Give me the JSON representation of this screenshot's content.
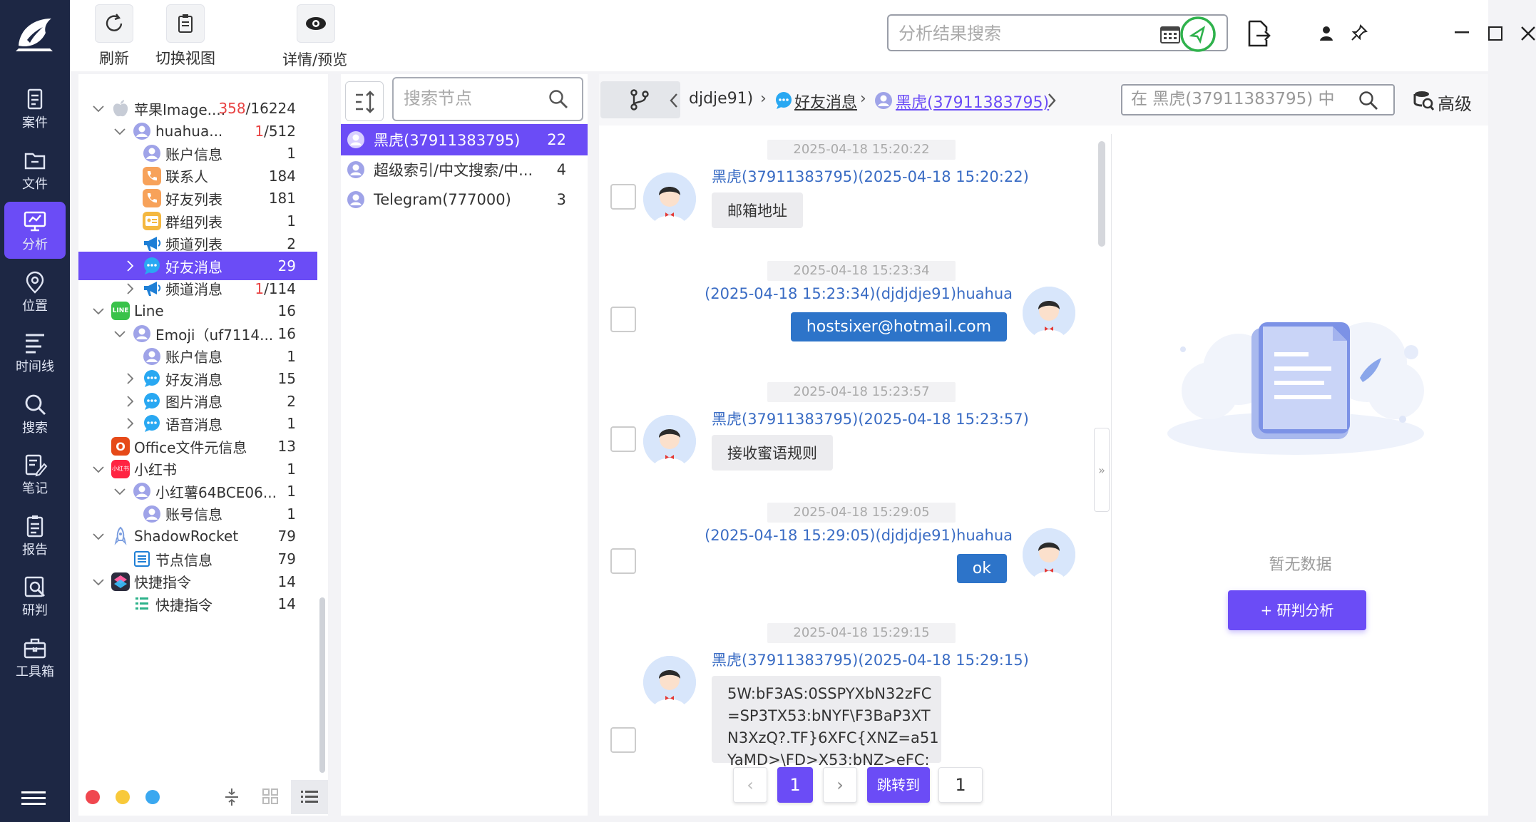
{
  "nav": {
    "items": [
      {
        "label": "案件",
        "icon": "case-icon"
      },
      {
        "label": "文件",
        "icon": "folder-icon"
      },
      {
        "label": "分析",
        "icon": "analysis-icon",
        "active": true
      },
      {
        "label": "位置",
        "icon": "location-icon"
      },
      {
        "label": "时间线",
        "icon": "timeline-icon"
      },
      {
        "label": "搜索",
        "icon": "search-icon"
      },
      {
        "label": "笔记",
        "icon": "note-icon"
      },
      {
        "label": "报告",
        "icon": "report-icon"
      },
      {
        "label": "研判",
        "icon": "judge-icon"
      },
      {
        "label": "工具箱",
        "icon": "toolbox-icon"
      }
    ]
  },
  "toolbar": {
    "refresh_label": "刷新",
    "switch_view_label": "切换视图",
    "detail_label": "详情/预览",
    "search_placeholder": "分析结果搜索"
  },
  "tree": {
    "items": [
      {
        "label": "苹果Image....",
        "count_red": "358",
        "count": "/16224",
        "icon": "apple-icon",
        "indent": 1,
        "chev": "down"
      },
      {
        "label": "huahua...",
        "count_red": "1",
        "count": "/512",
        "icon": "user-icon",
        "indent": 2,
        "chev": "down"
      },
      {
        "label": "账户信息",
        "count": "1",
        "icon": "user-icon",
        "indent": 3
      },
      {
        "label": "联系人",
        "count": "184",
        "icon": "contacts-icon",
        "indent": 3
      },
      {
        "label": "好友列表",
        "count": "181",
        "icon": "contacts-icon",
        "indent": 3
      },
      {
        "label": "群组列表",
        "count": "1",
        "icon": "group-icon",
        "indent": 3
      },
      {
        "label": "频道列表",
        "count": "2",
        "icon": "megaphone-icon",
        "indent": 3
      },
      {
        "label": "好友消息",
        "count": "29",
        "icon": "chat-icon",
        "indent": 3,
        "chev": "right",
        "selected": true
      },
      {
        "label": "频道消息",
        "count_red": "1",
        "count": "/114",
        "icon": "megaphone-icon",
        "indent": 3,
        "chev": "right"
      },
      {
        "label": "Line",
        "count": "16",
        "icon": "line-app-icon",
        "indent": 1,
        "chev": "down"
      },
      {
        "label": "Emoji（uf7114...",
        "count": "16",
        "icon": "user-icon",
        "indent": 2,
        "chev": "down"
      },
      {
        "label": "账户信息",
        "count": "1",
        "icon": "user-icon",
        "indent": 3
      },
      {
        "label": "好友消息",
        "count": "15",
        "icon": "chat-icon",
        "indent": 3,
        "chev": "right"
      },
      {
        "label": "图片消息",
        "count": "2",
        "icon": "chat-icon",
        "indent": 3,
        "chev": "right"
      },
      {
        "label": "语音消息",
        "count": "1",
        "icon": "chat-icon",
        "indent": 3,
        "chev": "right"
      },
      {
        "label": "Office文件元信息",
        "count": "13",
        "icon": "office-icon",
        "indent": 1
      },
      {
        "label": "小红书",
        "count": "1",
        "icon": "xiaohongshu-icon",
        "indent": 1,
        "chev": "down"
      },
      {
        "label": "小红薯64BCE06...",
        "count": "1",
        "icon": "user-icon",
        "indent": 2,
        "chev": "down"
      },
      {
        "label": "账号信息",
        "count": "1",
        "icon": "user-icon",
        "indent": 3
      },
      {
        "label": "ShadowRocket",
        "count": "79",
        "icon": "rocket-icon",
        "indent": 1,
        "chev": "down"
      },
      {
        "label": "节点信息",
        "count": "79",
        "icon": "node-list-icon",
        "indent": 2
      },
      {
        "label": "快捷指令",
        "count": "14",
        "icon": "shortcuts-icon",
        "indent": 1,
        "chev": "down"
      },
      {
        "label": "快捷指令",
        "count": "14",
        "icon": "shortcuts-list-icon",
        "indent": 2
      }
    ]
  },
  "nodes": {
    "search_placeholder": "搜索节点",
    "items": [
      {
        "label": "黑虎(37911383795)",
        "count": "22",
        "selected": true
      },
      {
        "label": "超级索引/中文搜索/中...",
        "count": "4"
      },
      {
        "label": "Telegram(777000)",
        "count": "3"
      }
    ]
  },
  "breadcrumb": {
    "items": [
      "djdje91)",
      "好友消息",
      "黑虎(37911383795)"
    ],
    "search_placeholder": "在 黑虎(37911383795) 中",
    "advanced_label": "高级"
  },
  "messages": [
    {
      "time": "2025-04-18 15:20:22",
      "dir": "in",
      "sender": "黑虎(37911383795)(2025-04-18 15:20:22)",
      "text": "邮箱地址"
    },
    {
      "time": "2025-04-18 15:23:34",
      "dir": "out",
      "sender": "(2025-04-18 15:23:34)(djdjdje91)huahua",
      "text": "hostsixer@hotmail.com"
    },
    {
      "time": "2025-04-18 15:23:57",
      "dir": "in",
      "sender": "黑虎(37911383795)(2025-04-18 15:23:57)",
      "text": "接收蜜语规则"
    },
    {
      "time": "2025-04-18 15:29:05",
      "dir": "out",
      "sender": "(2025-04-18 15:29:05)(djdjdje91)huahua",
      "text": "ok"
    },
    {
      "time": "2025-04-18 15:29:15",
      "dir": "in",
      "sender": "黑虎(37911383795)(2025-04-18 15:29:15)",
      "text": "5W:bF3AS:0SSPYXbN32zFC\n=SP3TX53:bNYF\\F3BaP3XT\nN3XzQ?.TF}6XFC{XNZ=a51\nYaMD>\\FD>X53:bNZ>eFC:"
    }
  ],
  "pager": {
    "current": "1",
    "jump_label": "跳转到",
    "jump_value": "1"
  },
  "side_panel": {
    "empty_text": "暂无数据",
    "analyze_label": "+ 研判分析"
  },
  "colors": {
    "accent": "#6b4cf6",
    "nav_bg": "#1d2744",
    "link": "#3a6cc4",
    "bubble_out": "#2d74c9",
    "count_red": "#e84343"
  }
}
